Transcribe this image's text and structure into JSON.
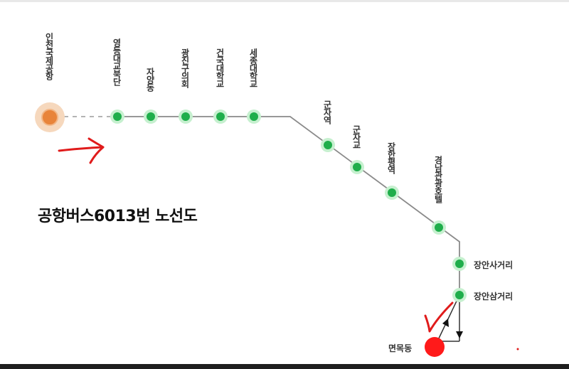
{
  "title": "공항버스6013번 노선도",
  "colors": {
    "route_line": "#8a8a8a",
    "stop_fill": "#1fae4b",
    "stop_halo": "#c6f0cf",
    "origin_fill": "#e8843a",
    "origin_halo": "#f6d8bd",
    "terminus_fill": "#ff1a1a",
    "annotation_red": "#e01b1b"
  },
  "origin": {
    "name": "인천국제공항",
    "icon": "origin-circle"
  },
  "stops": [
    {
      "name": "영등대교북단"
    },
    {
      "name": "자양동"
    },
    {
      "name": "광진구의회"
    },
    {
      "name": "건국대학교"
    },
    {
      "name": "세종대학교"
    },
    {
      "name": "군자역"
    },
    {
      "name": "군자교"
    },
    {
      "name": "장한평역"
    },
    {
      "name": "경남관광호텔"
    },
    {
      "name": "장안사거리"
    },
    {
      "name": "장안삼거리"
    }
  ],
  "terminus": {
    "name": "면목동",
    "icon": "terminus-circle"
  },
  "annotations": {
    "direction_arrow": "red-arrow-right-icon",
    "checkmark": "red-check-icon",
    "loop_arrows": "loop-arrow-icon"
  }
}
